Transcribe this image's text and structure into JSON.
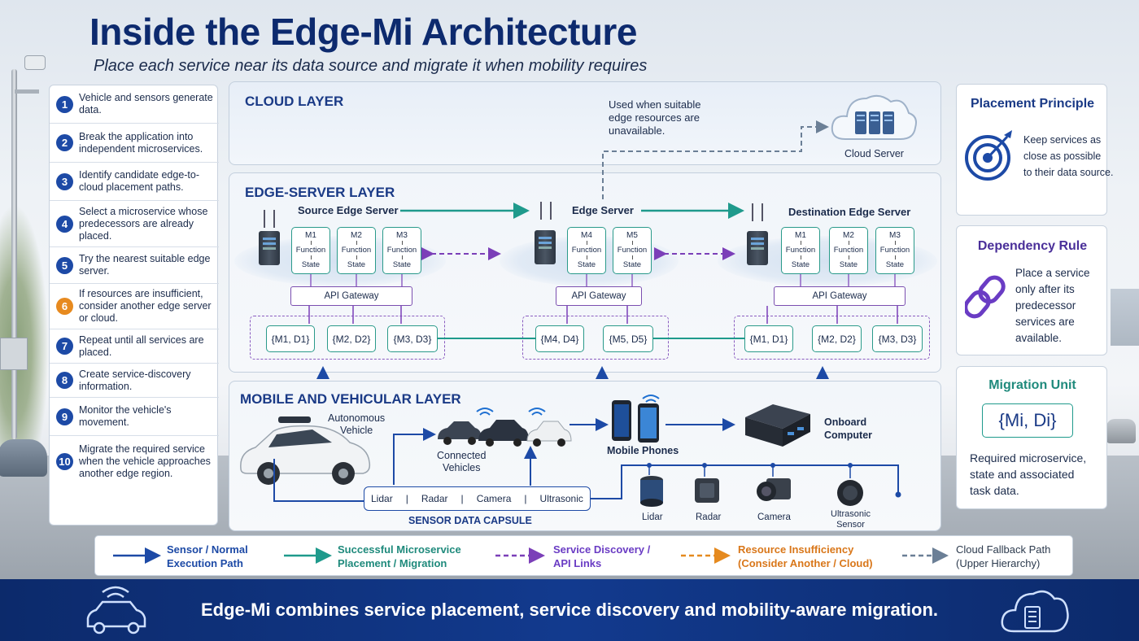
{
  "title": "Inside the Edge-Mi Architecture",
  "subtitle": "Place each service near its data source and migrate it when mobility requires",
  "steps": [
    {
      "num": "1",
      "text": "Vehicle and sensors generate data."
    },
    {
      "num": "2",
      "text": "Break the application into independent microservices."
    },
    {
      "num": "3",
      "text": "Identify candidate edge-to-cloud placement paths."
    },
    {
      "num": "4",
      "text": "Select a microservice whose predecessors are already placed."
    },
    {
      "num": "5",
      "text": "Try the nearest suitable edge server."
    },
    {
      "num": "6",
      "text": "If resources are insufficient, consider another edge server or cloud."
    },
    {
      "num": "7",
      "text": "Repeat until all services are placed."
    },
    {
      "num": "8",
      "text": "Create service-discovery information."
    },
    {
      "num": "9",
      "text": "Monitor the vehicle's movement."
    },
    {
      "num": "10",
      "text": "Migrate the required service when the vehicle approaches another edge region."
    }
  ],
  "cloud_layer": {
    "title": "CLOUD LAYER",
    "note": "Used when suitable edge resources are unavailable.",
    "note_lines": [
      "Used when suitable",
      "edge resources are",
      "unavailable."
    ],
    "server_label": "Cloud Server"
  },
  "edge_layer": {
    "title": "EDGE-SERVER LAYER",
    "source_label": "Source Edge Server",
    "edge_label": "Edge Server",
    "dest_label": "Destination Edge Server",
    "gateway_label": "API Gateway",
    "function_label": "Function",
    "state_label": "State",
    "source_ms": [
      "M1",
      "M2",
      "M3"
    ],
    "edge_ms": [
      "M4",
      "M5"
    ],
    "dest_ms": [
      "M1",
      "M2",
      "M3"
    ],
    "source_md": [
      "{M1, D1}",
      "{M2, D2}",
      "{M3, D3}"
    ],
    "edge_md": [
      "{M4, D4}",
      "{M5, D5}"
    ],
    "dest_md": [
      "{M1, D1}",
      "{M2, D2}",
      "{M3, D3}"
    ]
  },
  "mobile_layer": {
    "title": "MOBILE AND VEHICULAR LAYER",
    "autonomous_label": "Autonomous Vehicle",
    "autonomous_lines": [
      "Autonomous",
      "Vehicle"
    ],
    "connected_label": "Connected Vehicles",
    "connected_lines": [
      "Connected",
      "Vehicles"
    ],
    "phones_label": "Mobile Phones",
    "onboard_label": "Onboard Computer",
    "onboard_lines": [
      "Onboard",
      "Computer"
    ],
    "capsule_items": [
      "Lidar",
      "Radar",
      "Camera",
      "Ultrasonic"
    ],
    "capsule_label": "SENSOR DATA CAPSULE",
    "sensors": [
      "Lidar",
      "Radar",
      "Camera",
      "Ultrasonic Sensor"
    ]
  },
  "placement_principle": {
    "title": "Placement Principle",
    "text_lines": [
      "Keep services as",
      "close as possible",
      "to their data source."
    ]
  },
  "dependency_rule": {
    "title": "Dependency Rule",
    "text_lines": [
      "Place a service",
      "only after its",
      "predecessor",
      "services are",
      "available."
    ]
  },
  "migration_unit": {
    "title": "Migration Unit",
    "formula": "{Mi, Di}",
    "text_lines": [
      "Required microservice,",
      "state and associated",
      "task data."
    ]
  },
  "legend": [
    {
      "lines": [
        "Sensor / Normal",
        "Execution Path"
      ],
      "color": "#1d4aa6",
      "style": "solid"
    },
    {
      "lines": [
        "Successful Microservice",
        "Placement / Migration"
      ],
      "color": "#1f9a8c",
      "style": "solid"
    },
    {
      "lines": [
        "Service Discovery /",
        "API Links"
      ],
      "color": "#7b3fb8",
      "style": "dashed"
    },
    {
      "lines": [
        "Resource Insufficiency",
        "(Consider Another / Cloud)"
      ],
      "color": "#e58a1f",
      "style": "dashed"
    },
    {
      "lines": [
        "Cloud Fallback Path",
        "(Upper Hierarchy)"
      ],
      "color": "#6b7f96",
      "style": "dashed"
    }
  ],
  "footer": "Edge-Mi combines service placement, service discovery and mobility-aware migration.",
  "colors": {
    "primary": "#0d2a6e",
    "teal": "#1f9a8c",
    "purple": "#7b3fb8",
    "orange": "#e58a1f",
    "blue": "#1d4aa6"
  }
}
